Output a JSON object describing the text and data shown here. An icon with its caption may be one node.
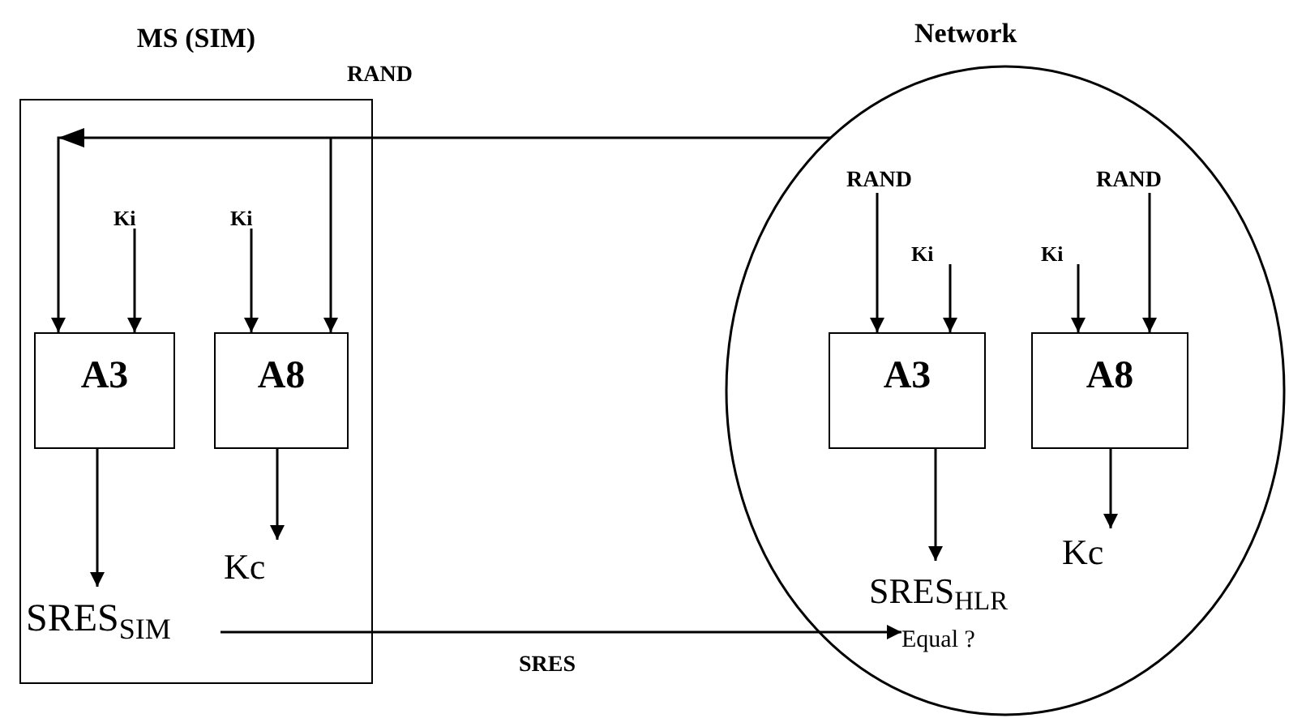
{
  "diagram": {
    "nodes": [
      {
        "text": [
          "MS (SIM)"
        ]
      },
      {
        "text": [
          "Ki"
        ],
        "in": 0
      },
      {
        "text": [
          "Ki"
        ],
        "in": 0
      },
      {
        "text": [
          "A3"
        ],
        "in": 0
      },
      {
        "text": [
          "A8"
        ],
        "in": 0
      },
      {
        "text": [
          "SRES$_{SIM}$"
        ],
        "in": 0
      },
      {
        "text": [
          "Kc"
        ],
        "in": 0
      },
      {
        "text": [
          "Network"
        ]
      },
      {
        "text": [
          "RAND"
        ],
        "in": 7
      },
      {
        "text": [
          "Ki"
        ],
        "in": 7
      },
      {
        "text": [
          "Ki"
        ],
        "in": 7
      },
      {
        "text": [
          "RAND"
        ],
        "in": 7
      },
      {
        "text": [
          "A3"
        ],
        "in": 7
      },
      {
        "text": [
          "A8"
        ],
        "in": 7
      },
      {
        "text": [
          "SRES$_{HLR}$"
        ],
        "in": 7
      },
      {
        "text": [
          "Kc"
        ],
        "in": 7
      },
      {
        "text": [
          "Equal ?"
        ],
        "in": 7
      }
    ],
    "edges": [
      {
        "from": 7,
        "to": 3,
        "arrow": "to",
        "label": "RAND"
      },
      {
        "from": 7,
        "to": 4,
        "arrow": "to"
      },
      {
        "from": 1,
        "to": 3,
        "arrow": "to"
      },
      {
        "from": 2,
        "to": 4,
        "arrow": "to"
      },
      {
        "from": 3,
        "to": 5,
        "arrow": "to"
      },
      {
        "from": 4,
        "to": 6,
        "arrow": "to"
      },
      {
        "from": 8,
        "to": 12,
        "arrow": "to"
      },
      {
        "from": 9,
        "to": 12,
        "arrow": "to"
      },
      {
        "from": 10,
        "to": 13,
        "arrow": "to"
      },
      {
        "from": 11,
        "to": 13,
        "arrow": "to"
      },
      {
        "from": 12,
        "to": 14,
        "arrow": "to"
      },
      {
        "from": 13,
        "to": 15,
        "arrow": "to"
      },
      {
        "from": 5,
        "to": 16,
        "arrow": "to",
        "label": "SRES"
      }
    ]
  }
}
